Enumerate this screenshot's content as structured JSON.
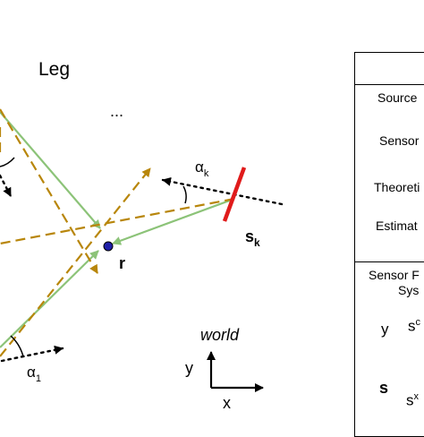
{
  "diagram": {
    "ellipsis": "...",
    "receiver_label": "r",
    "sensor_k_label": "s",
    "sensor_k_subscript": "k",
    "alpha_k_label": "α",
    "alpha_k_subscript": "k",
    "alpha_1_label": "α",
    "alpha_1_subscript": "1",
    "world_label": "world",
    "axis_y_label": "y",
    "axis_x_label": "x"
  },
  "legend": {
    "title": "Leg",
    "source_label": "Source",
    "sensor_label": "Sensor",
    "theoretical_label": "Theoreti",
    "estimated_label": "Estimat",
    "frame_label_line1": "Sensor F",
    "frame_label_line2": "Sys",
    "frame_y_label": "y",
    "frame_sc_label": "s",
    "frame_sc_superscript": "c",
    "frame_s_label": "s",
    "frame_sx_label": "s",
    "frame_sx_superscript": "x"
  },
  "colors": {
    "theoretical": "#8cc378",
    "estimated": "#b8860b",
    "sensor": "#e01b1b",
    "source": "#1f1fa8"
  }
}
